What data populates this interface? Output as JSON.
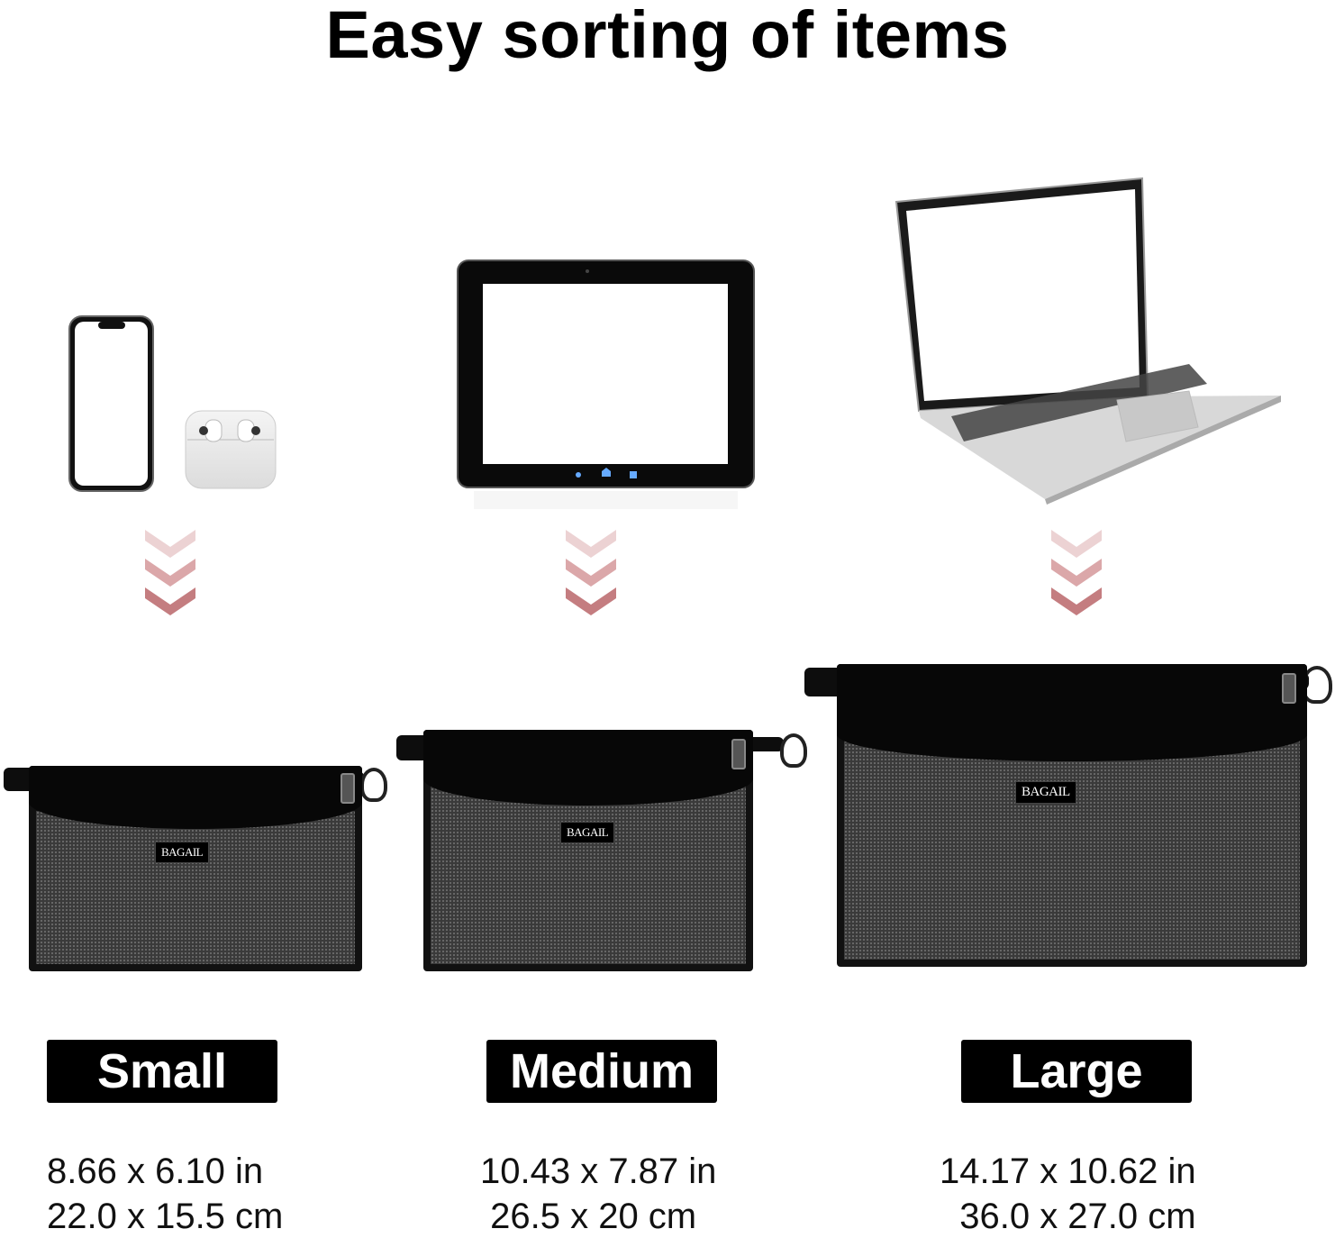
{
  "title": "Easy sorting of items",
  "brand_logo": "BAGAIL",
  "colors": {
    "arrow_top": "#eccfd0",
    "arrow_bottom": "#c47d80",
    "bag": "#111111",
    "label_bg": "#000000"
  },
  "sizes": [
    {
      "label": "Small",
      "dim_in": "8.66 x 6.10 in",
      "dim_cm": "22.0 x 15.5 cm",
      "items": [
        "phone",
        "earbuds-case"
      ]
    },
    {
      "label": "Medium",
      "dim_in": "10.43 x 7.87 in",
      "dim_cm": " 26.5 x 20 cm",
      "items": [
        "tablet"
      ]
    },
    {
      "label": "Large",
      "dim_in": "14.17 x 10.62 in",
      "dim_cm": "  36.0 x 27.0 cm",
      "items": [
        "laptop"
      ]
    }
  ]
}
